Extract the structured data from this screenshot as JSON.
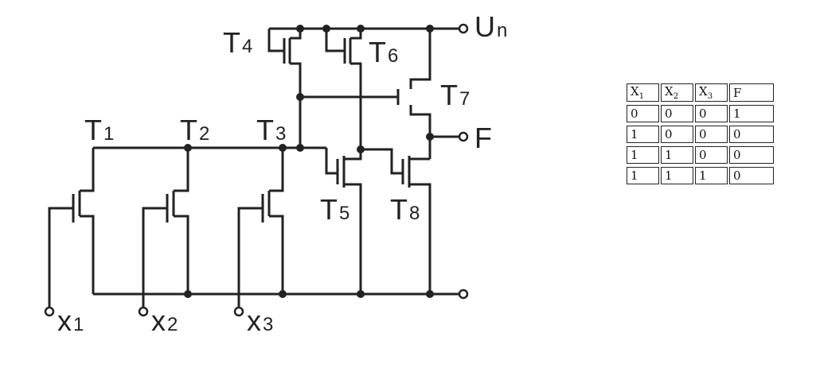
{
  "circuit": {
    "transistors": [
      "T1",
      "T2",
      "T3",
      "T4",
      "T5",
      "T6",
      "T7",
      "T8"
    ],
    "supply": {
      "letter": "U",
      "sub": "n"
    },
    "output": "F",
    "inputs": [
      {
        "letter": "x",
        "sub": "1"
      },
      {
        "letter": "x",
        "sub": "2"
      },
      {
        "letter": "x",
        "sub": "3"
      }
    ]
  },
  "truth_table": {
    "headers": [
      {
        "letter": "X",
        "sub": "1"
      },
      {
        "letter": "X",
        "sub": "2"
      },
      {
        "letter": "X",
        "sub": "3"
      },
      {
        "letter": "F",
        "sub": ""
      }
    ],
    "rows": [
      [
        "0",
        "0",
        "0",
        "1"
      ],
      [
        "1",
        "0",
        "0",
        "0"
      ],
      [
        "1",
        "1",
        "0",
        "0"
      ],
      [
        "1",
        "1",
        "1",
        "0"
      ]
    ]
  }
}
